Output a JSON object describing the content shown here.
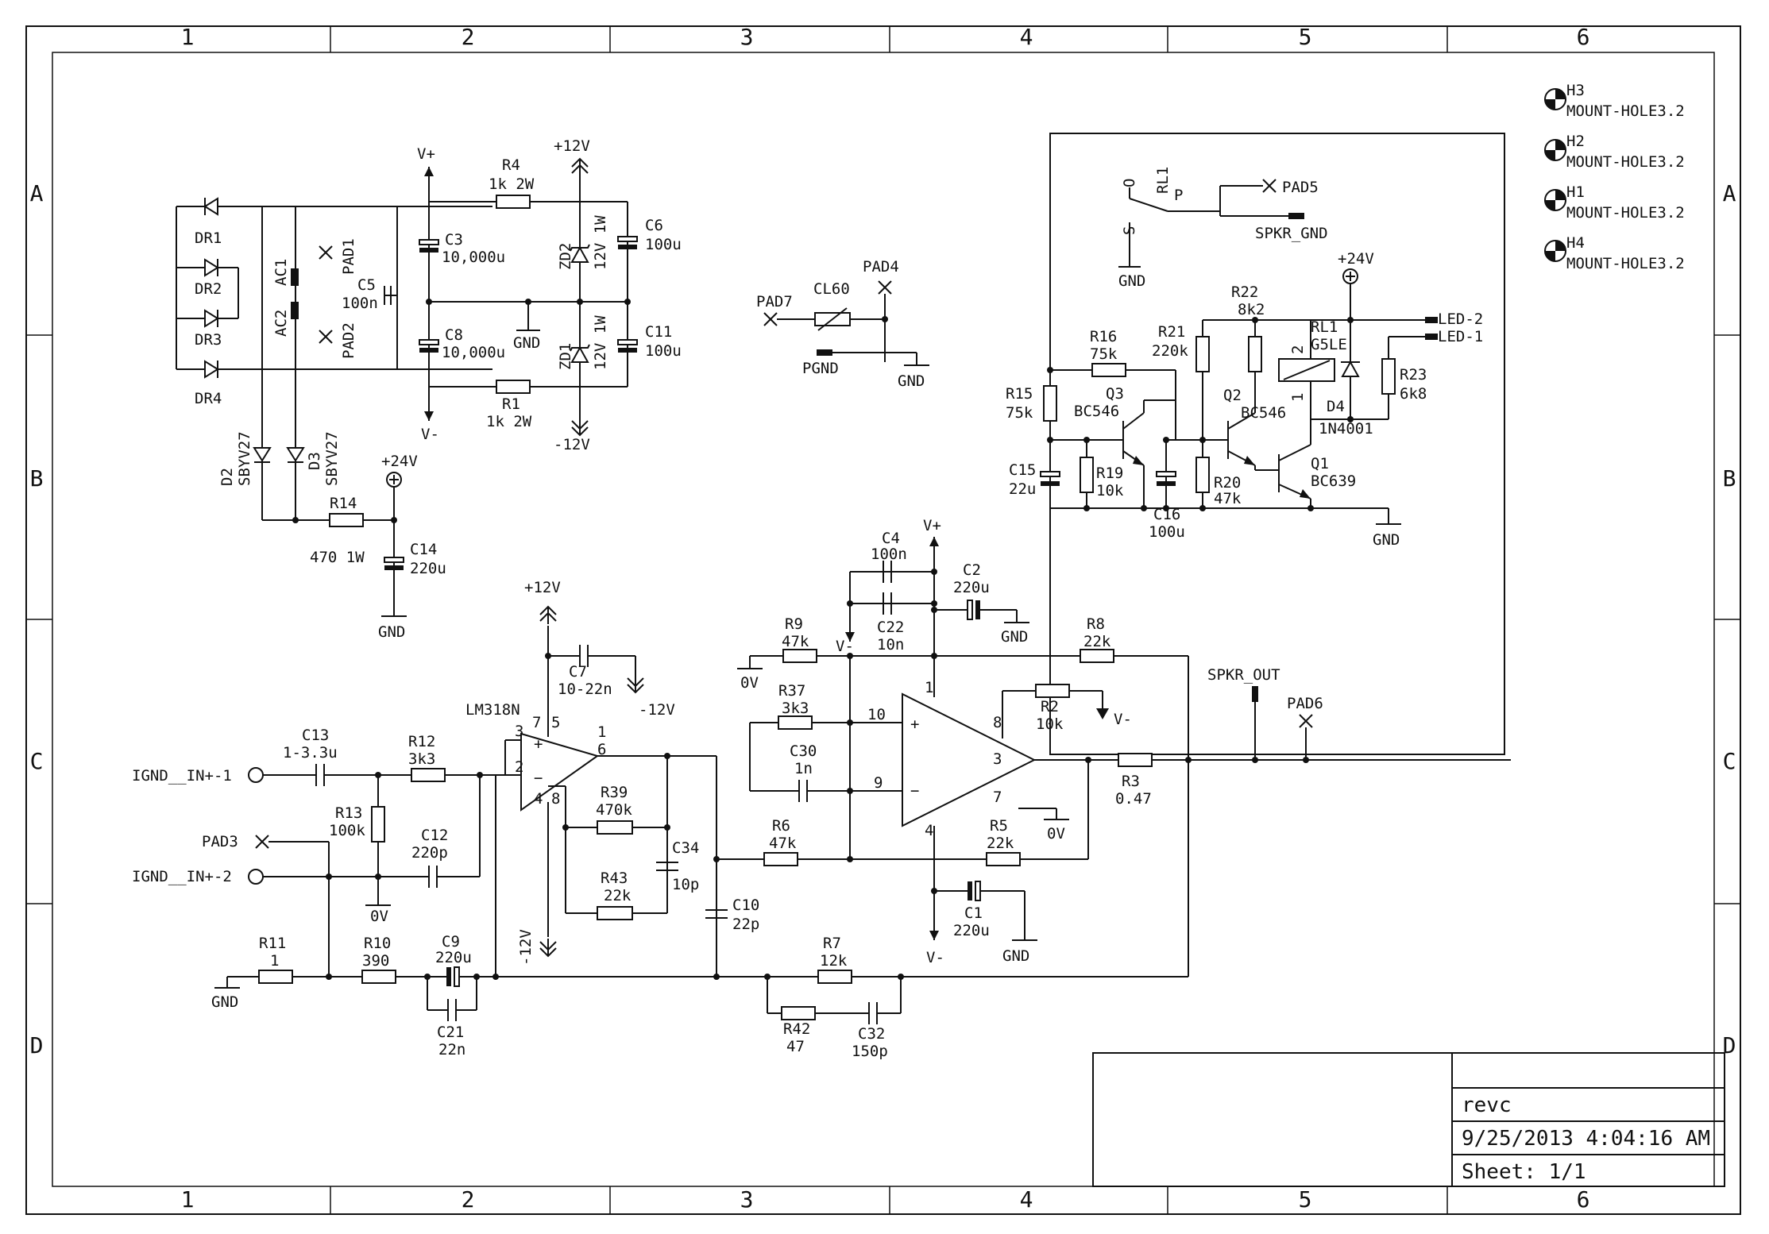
{
  "frame": {
    "columns": [
      "1",
      "2",
      "3",
      "4",
      "5",
      "6"
    ],
    "rows": [
      "A",
      "B",
      "C",
      "D"
    ]
  },
  "title_block": {
    "title": "revc",
    "date": "9/25/2013 4:04:16 AM",
    "sheet": "Sheet: 1/1"
  },
  "mount_holes": [
    {
      "ref": "H3",
      "value": "MOUNT-HOLE3.2"
    },
    {
      "ref": "H2",
      "value": "MOUNT-HOLE3.2"
    },
    {
      "ref": "H1",
      "value": "MOUNT-HOLE3.2"
    },
    {
      "ref": "H4",
      "value": "MOUNT-HOLE3.2"
    }
  ],
  "power_supply": {
    "vplus": "V+",
    "vminus": "V-",
    "p12": "+12V",
    "m12": "-12V",
    "gnd": "GND",
    "p24": "+24V",
    "gnd2": "GND",
    "DR1": "DR1",
    "DR2": "DR2",
    "DR3": "DR3",
    "DR4": "DR4",
    "AC1": "AC1",
    "AC2": "AC2",
    "PAD1": "PAD1",
    "PAD2": "PAD2",
    "C5": "C5",
    "C5v": "100n",
    "C3": "C3",
    "C3v": "10,000u",
    "C8": "C8",
    "C8v": "10,000u",
    "R4": "R4",
    "R4v": "1k 2W",
    "R1": "R1",
    "R1v": "1k 2W",
    "ZD2": "ZD2",
    "ZD2v": "12V 1W",
    "ZD1": "ZD1",
    "ZD1v": "12V 1W",
    "C6": "C6",
    "C6v": "100u",
    "C11": "C11",
    "C11v": "100u",
    "D2": "D2",
    "D2v": "SBYV27",
    "D3": "D3",
    "D3v": "SBYV27",
    "R14": "R14",
    "R14v": "470 1W",
    "C14": "C14",
    "C14v": "220u"
  },
  "cl60": {
    "PAD7": "PAD7",
    "CL60": "CL60",
    "PAD4": "PAD4",
    "PGND": "PGND",
    "GND": "GND"
  },
  "relay": {
    "RL1a": "RL1",
    "pin_o": "O",
    "pin_s": "S",
    "pin_p": "P",
    "PAD5": "PAD5",
    "SPKR_GND": "SPKR_GND",
    "GND": "GND",
    "p24": "+24V",
    "R22": "R22",
    "R22v": "8k2",
    "R21": "R21",
    "R21v": "220k",
    "RL1": "RL1",
    "RL1v": "G5LE",
    "LED2": "LED-2",
    "LED1": "LED-1",
    "R16": "R16",
    "R16v": "75k",
    "R15": "R15",
    "R15v": "75k",
    "Q3": "Q3",
    "Q3v": "BC546",
    "Q2": "Q2",
    "Q2v": "BC546",
    "R23": "R23",
    "R23v": "6k8",
    "D4": "D4",
    "D4v": "1N4001",
    "Q1": "Q1",
    "Q1v": "BC639",
    "C15": "C15",
    "C15v": "22u",
    "R19": "R19",
    "R19v": "10k",
    "C16": "C16",
    "C16v": "100u",
    "R20": "R20",
    "R20v": "47k",
    "GND2": "GND",
    "pin1": "1",
    "pin2": "2"
  },
  "preamp": {
    "in1": "IGND__IN+-1",
    "in2": "IGND__IN+-2",
    "PAD3": "PAD3",
    "C13": "C13",
    "C13v": "1-3.3u",
    "R12": "R12",
    "R12v": "3k3",
    "R13": "R13",
    "R13v": "100k",
    "C12": "C12",
    "C12v": "220p",
    "gnd0": "0V",
    "LM318N": "LM318N",
    "p12": "+12V",
    "m12": "-12V",
    "C7": "C7",
    "C7v": "10-22n",
    "m12b": "-12V",
    "R39": "R39",
    "R39v": "470k",
    "R43": "R43",
    "R43v": "22k",
    "C34": "C34",
    "C34v": "10p",
    "C10": "C10",
    "C10v": "22p",
    "m12v": "-12V",
    "R11": "R11",
    "R11v": "1",
    "R10": "R10",
    "R10v": "390",
    "C9": "C9",
    "C9v": "220u",
    "C21": "C21",
    "C21v": "22n",
    "GND": "GND",
    "pin3": "3",
    "pin2": "2",
    "pin7": "7",
    "pin5": "5",
    "pin1": "1",
    "pin6": "6",
    "pin4": "4",
    "pin8": "8"
  },
  "power_amp": {
    "vplus": "V+",
    "C4": "C4",
    "C4v": "100n",
    "C22": "C22",
    "C22v": "10n",
    "C2": "C2",
    "C2v": "220u",
    "GND": "GND",
    "vminus": "V-",
    "R9": "R9",
    "R9v": "47k",
    "gnd0": "0V",
    "R8": "R8",
    "R8v": "22k",
    "R37": "R37",
    "R37v": "3k3",
    "C30": "C30",
    "C30v": "1n",
    "R2": "R2",
    "R2v": "10k",
    "vminus2": "V-",
    "R3": "R3",
    "R3v": "0.47",
    "R6": "R6",
    "R6v": "47k",
    "R5": "R5",
    "R5v": "22k",
    "gnd0b": "0V",
    "C1": "C1",
    "C1v": "220u",
    "GND2": "GND",
    "vminus3": "V-",
    "R7": "R7",
    "R7v": "12k",
    "R42": "R42",
    "R42v": "47",
    "C32": "C32",
    "C32v": "150p",
    "SPKR_OUT": "SPKR_OUT",
    "PAD6": "PAD6",
    "pin10": "10",
    "pin9": "9",
    "pin8": "8",
    "pin3": "3",
    "pin7": "7",
    "pin1": "1",
    "pin4": "4"
  }
}
